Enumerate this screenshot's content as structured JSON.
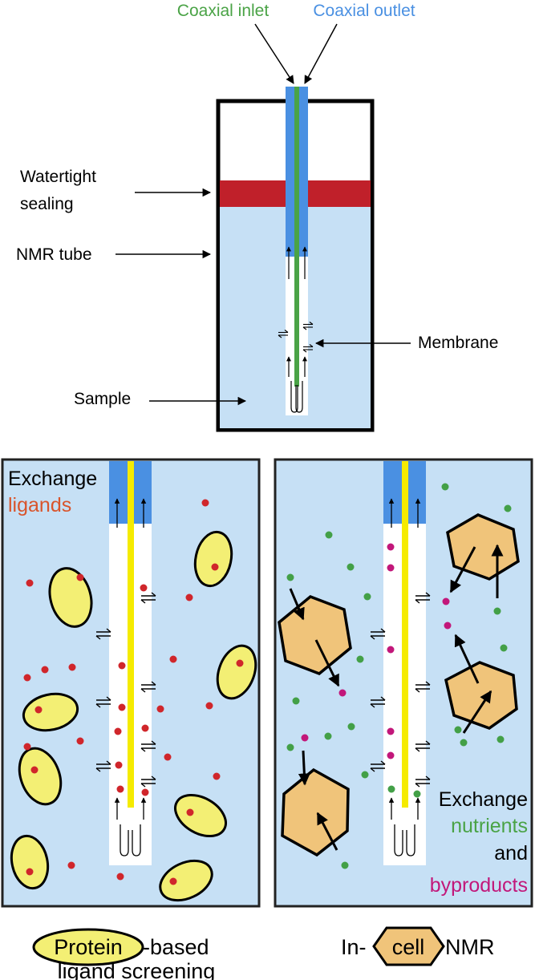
{
  "top": {
    "inlet_label": "Coaxial inlet",
    "outlet_label": "Coaxial outlet",
    "seal_label_line1": "Watertight",
    "seal_label_line2": "sealing",
    "tube_label": "NMR tube",
    "membrane_label": "Membrane",
    "sample_label": "Sample"
  },
  "left_panel": {
    "line1": "Exchange",
    "line2": "ligands",
    "caption_badge": "Protein",
    "caption_line1_rest": "-based",
    "caption_line2": "ligand screening"
  },
  "right_panel": {
    "line1": "Exchange",
    "line2": "nutrients",
    "line3": "and",
    "line4": "byproducts",
    "caption_pre": "In-",
    "caption_badge": "cell",
    "caption_post": "NMR"
  },
  "colors": {
    "sample_blue": "#c6e0f5",
    "tube_blue": "#4a90e2",
    "inlet_green": "#4aa346",
    "outlet_blue": "#4a90e2",
    "seal_red": "#c0202a",
    "fiber_yellow": "#f5eb00",
    "protein_fill": "#f3ef74",
    "ligand_red": "#d0262b",
    "cell_fill": "#f0c47a",
    "nutrient_green": "#43a047",
    "byproduct_magenta": "#c2177a",
    "ligand_text": "#d9542b",
    "nutrient_text": "#4aa346",
    "byproduct_text": "#c2177a"
  }
}
